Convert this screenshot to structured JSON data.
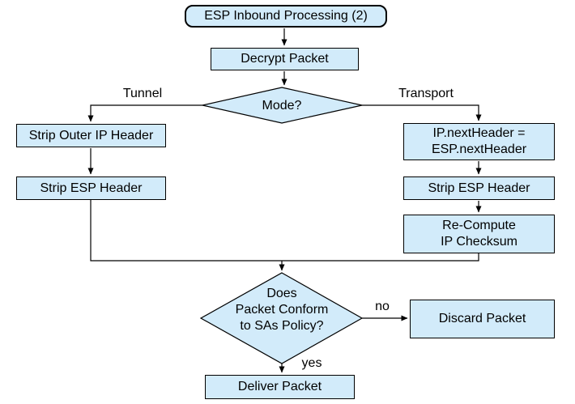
{
  "nodes": {
    "start": {
      "label": "ESP Inbound Processing (2)"
    },
    "decrypt": {
      "label": "Decrypt Packet"
    },
    "mode": {
      "label": "Mode?"
    },
    "strip_outer_ip": {
      "label": "Strip Outer IP Header"
    },
    "strip_esp_left": {
      "label": "Strip ESP Header"
    },
    "ip_next_header": {
      "label": "IP.nextHeader =\nESP.nextHeader"
    },
    "strip_esp_right": {
      "label": "Strip ESP Header"
    },
    "recompute_checksum": {
      "label": "Re-Compute\nIP Checksum"
    },
    "policy_check": {
      "label": "Does\nPacket Conform\nto SAs Policy?"
    },
    "discard": {
      "label": "Discard Packet"
    },
    "deliver": {
      "label": "Deliver Packet"
    }
  },
  "edge_labels": {
    "tunnel": "Tunnel",
    "transport": "Transport",
    "no": "no",
    "yes": "yes"
  },
  "colors": {
    "node_fill": "#d2ebfa",
    "line": "#000000",
    "text": "#000000",
    "background": "#ffffff"
  }
}
